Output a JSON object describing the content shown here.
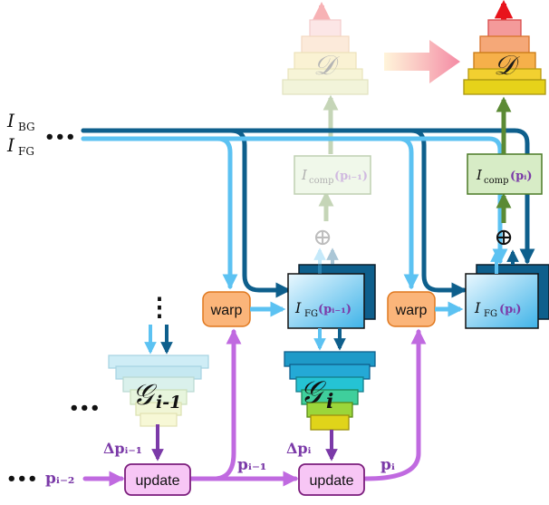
{
  "inputs": {
    "bg_label": "I",
    "bg_sub": "BG",
    "fg_label": "I",
    "fg_sub": "FG",
    "ellipsis": "•••"
  },
  "ops": {
    "warp": "warp",
    "update": "update",
    "oplus": "⊕"
  },
  "symbols": {
    "discriminator": "𝒟",
    "generator_prev": "𝒢",
    "generator_prev_sub": "i-1",
    "generator_curr": "𝒢",
    "generator_curr_sub": "i",
    "vdots": "⋮",
    "dots": "•••"
  },
  "labels": {
    "fg_prev_main": "I",
    "fg_prev_sub": "FG",
    "fg_prev_arg": "(pᵢ₋₁)",
    "fg_curr_main": "I",
    "fg_curr_sub": "FG",
    "fg_curr_arg": "(pᵢ)",
    "comp_prev_main": "I",
    "comp_prev_sub": "comp",
    "comp_prev_arg": "(pᵢ₋₁)",
    "comp_curr_main": "I",
    "comp_curr_sub": "comp",
    "comp_curr_arg": "(pᵢ)",
    "dp_prev": "Δpᵢ₋₁",
    "dp_curr": "Δpᵢ",
    "p_im2": "pᵢ₋₂",
    "p_im1": "pᵢ₋₁",
    "p_i": "pᵢ"
  },
  "colors": {
    "dark_blue": "#0e5f8c",
    "light_blue": "#5cc2f2",
    "purple": "#b65ad6",
    "dark_purple": "#7b3aa8",
    "green": "#5b8a34",
    "red": "#e8141c",
    "warp_fill": "#fbb57a",
    "warp_stroke": "#e0781e",
    "update_fill": "#f7c6f5",
    "update_stroke": "#7b1d7c",
    "comp_fill": "#d7ecc6",
    "comp_stroke": "#4b7a26"
  }
}
